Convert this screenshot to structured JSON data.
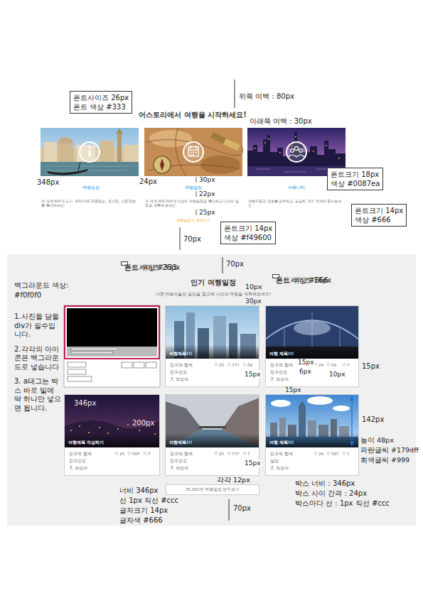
{
  "diagram": {
    "title": "어스토리에서 여행을 시작하세요!",
    "nodes": [
      {
        "text": [
          "폰트사이즈 26px",
          "폰트 색상 #333"
        ]
      },
      {
        "text": [
          "폰트크기 18px",
          "색상 #0087ea"
        ]
      },
      {
        "text": [
          "폰트크기 14px",
          "색상 #666"
        ]
      },
      {
        "text": [
          "폰트크기 14px",
          "색상 #f49600"
        ]
      },
      {
        "text": [
          "인기 여행일정",
          "다른 여행자들의 일정을 참고해 나만의 여행을 계획해보세요!"
        ]
      },
      {
        "text": [
          "폰트사이즈 26px",
          "폰트 색상 #333"
        ],
        "in": 4
      },
      {
        "text": [
          "폰트사이즈 16px",
          "폰트 색상 #666"
        ],
        "in": 4
      },
      {
        "text": [
          "여행제목!!!",
          "친구와 함께",
          "친구모모",
          "작성자",
          "25",
          "777",
          "58"
        ],
        "in": 4
      },
      {
        "text": [
          "여행 제목!!!",
          "친구와 함께",
          "친구모모",
          "작성자",
          "24",
          "58",
          "7"
        ],
        "in": 4
      },
      {
        "text": [
          "여행제목 작성하기",
          "친구와 함께",
          "친구모모",
          "작성자",
          "25",
          "587",
          "7"
        ],
        "in": 4
      },
      {
        "text": [
          "여행제목!!!",
          "친구와 함께",
          "친구모모",
          "작성자",
          "25",
          "777",
          "7"
        ],
        "in": 4
      },
      {
        "text": [
          "여행 제목!!!",
          "친구와 함께",
          "일정",
          "작성자",
          "24",
          "587",
          "7"
        ],
        "in": 4
      },
      {
        "text": [
          "35,283개 여행일정 모두보기"
        ],
        "in": 4
      }
    ],
    "labels": [
      "위쪽 여백 : 80px",
      "아래쪽 여백 : 30px",
      "348px",
      "24px",
      "여행정보",
      "여행일정",
      "커뮤니티",
      "전 세계 600개 도시, 30만개의 관광명소, 음식점, 쇼핑 정보를 확인하세요.",
      "전 세계 300,000개 이상의 여행일정을 확인하고 나만의 일정을 계획해 보세요.",
      "여행자들과 정보를 공유하고, 궁금한 것은 언제든 물어보세요",
      "30px",
      "22px",
      "25px",
      "여행일정 더 보러가기",
      "70px",
      "70px",
      "10px",
      "30px",
      "백그라운드 색상:",
      "#f0f0f0",
      "1.사진을 담을 div가 필수입니다.",
      "2.각각의 아이콘은 백그라운드로 넣습니다",
      "3. a태그는 박스 바로 밑에 딱 하나만 넣으면 됩니다.",
      "346px",
      "200px",
      "15px",
      "15px",
      "6px",
      "10px",
      "15px",
      "15px",
      "15px",
      "142px",
      "높이 48px",
      "파란글씨 #179dff",
      "회색글씨 #999",
      "각각 12px",
      "너비 346px",
      "선 1px 직선 #ccc",
      "글자크기 14px",
      "글자색 #666",
      "박스 너비 : 346px",
      "박스 사이 간격 : 24px",
      "박스마다 선 : 1px 직선 #ccc",
      "70px"
    ]
  }
}
